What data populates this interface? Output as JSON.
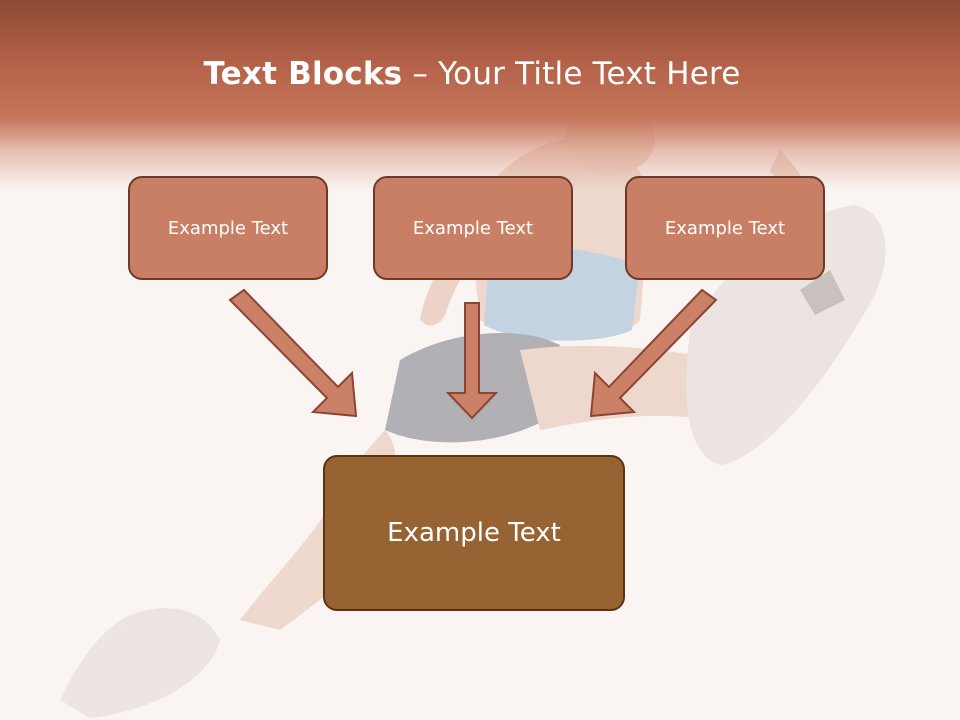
{
  "slide": {
    "title_bold": "Text Blocks",
    "title_separator": "–",
    "title_rest": "Your Title Text Here"
  },
  "blocks": {
    "top_left": "Example Text",
    "top_center": "Example Text",
    "top_right": "Example Text",
    "bottom": "Example Text"
  },
  "colors": {
    "header": "#b5634a",
    "top_box_fill": "#c97f66",
    "bottom_box_fill": "#976333",
    "box_border": "#6e3a28",
    "arrow_fill": "#cc8068",
    "background": "#faf4f2"
  }
}
